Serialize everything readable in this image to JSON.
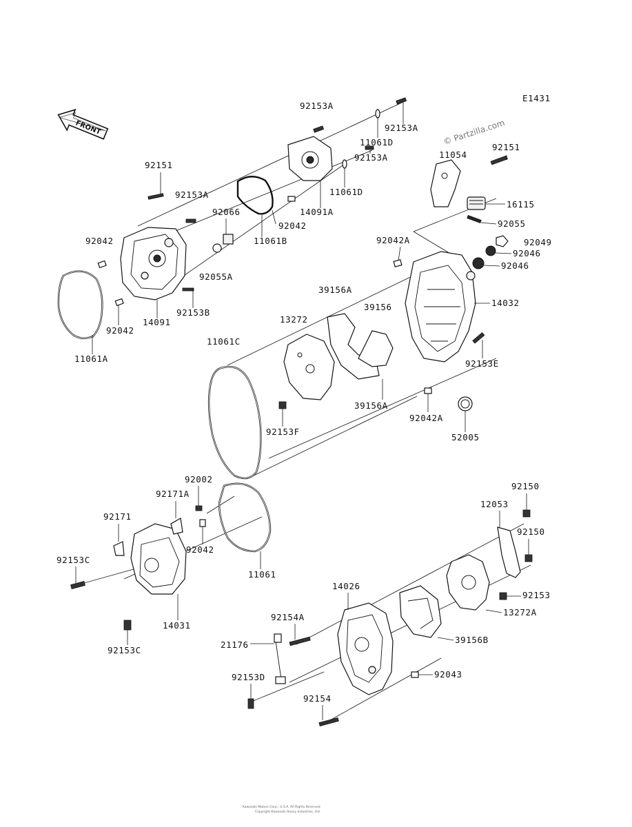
{
  "diagram_code": "E1431",
  "watermark": "© Partzilla.com",
  "front_label": "FRONT",
  "footer_line1": "Kawasaki Motors Corp., U.S.A. All Rights Reserved",
  "footer_line2": "Copyright Kawasaki Heavy Industries, Ltd.",
  "labels": {
    "p92153A_top": "92153A",
    "p92153A_r1": "92153A",
    "p11061D_1": "11061D",
    "p92153A_r2": "92153A",
    "p11061D_2": "11061D",
    "p14091A": "14091A",
    "p92042_a": "92042",
    "p11061B": "11061B",
    "p92151_a": "92151",
    "p92153A_l": "92153A",
    "p92066": "92066",
    "p92042_b": "92042",
    "p92055A": "92055A",
    "p92042_c": "92042",
    "p14091": "14091",
    "p92153B": "92153B",
    "p11061A": "11061A",
    "p11054": "11054",
    "p92151_b": "92151",
    "p16115": "16115",
    "p92055": "92055",
    "p92042A_a": "92042A",
    "p92049": "92049",
    "p92046_a": "92046",
    "p92046_b": "92046",
    "p14032": "14032",
    "p39156A_a": "39156A",
    "p39156": "39156",
    "p13272": "13272",
    "p11061C": "11061C",
    "p92153E": "92153E",
    "p39156A_b": "39156A",
    "p92042A_b": "92042A",
    "p92153F": "92153F",
    "p52005": "52005",
    "p92002": "92002",
    "p92171A": "92171A",
    "p92171": "92171",
    "p92042_d": "92042",
    "p11061": "11061",
    "p92153C_a": "92153C",
    "p14031": "14031",
    "p92153C_b": "92153C",
    "p92150_a": "92150",
    "p12053": "12053",
    "p92150_b": "92150",
    "p14026": "14026",
    "p92153": "92153",
    "p13272A": "13272A",
    "p92154A": "92154A",
    "p39156B": "39156B",
    "p21176": "21176",
    "p92043": "92043",
    "p92153D": "92153D",
    "p92154": "92154"
  }
}
